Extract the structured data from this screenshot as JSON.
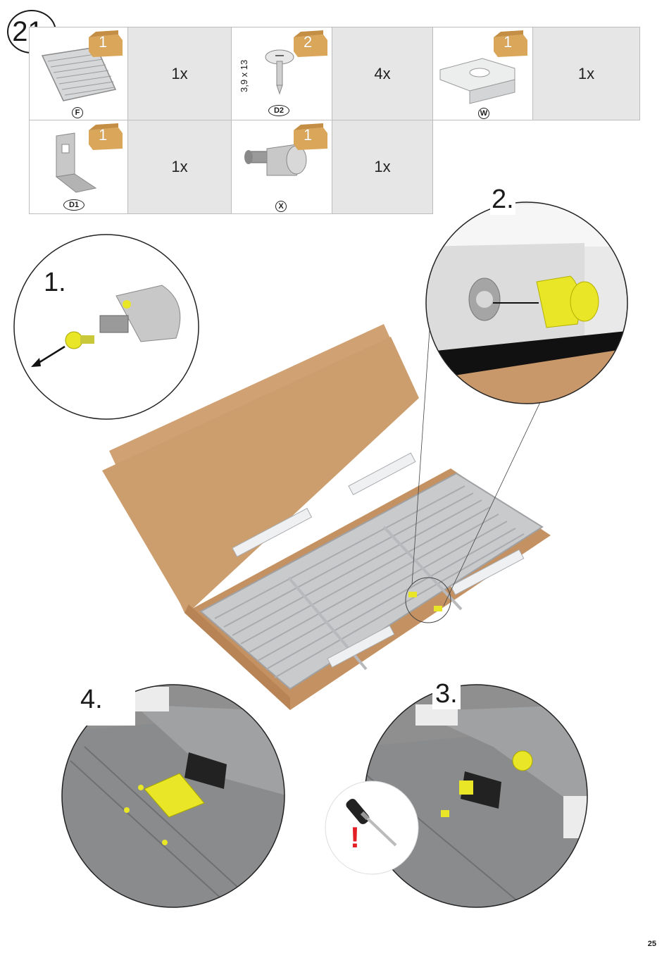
{
  "step": {
    "number": "21."
  },
  "parts_table": {
    "row1": [
      {
        "part": "F",
        "box_count": "1",
        "qty": "1x"
      },
      {
        "part": "D2",
        "box_count": "2",
        "qty": "4x",
        "dimension": "3,9 x 13"
      },
      {
        "part": "W",
        "box_count": "1",
        "qty": "1x"
      }
    ],
    "row2": [
      {
        "part": "D1",
        "box_count": "1",
        "qty": "1x"
      },
      {
        "part": "X",
        "box_count": "1",
        "qty": "1x"
      }
    ]
  },
  "substeps": {
    "s1": "1.",
    "s2": "2.",
    "s3": "3.",
    "s4": "4."
  },
  "warning": {
    "symbol": "!"
  },
  "colors": {
    "cardboard": "#cc9e6e",
    "yellow": "#e8e626",
    "tray": "#c9cacc",
    "cell_gray": "#e6e6e6"
  },
  "page": {
    "number": "25"
  }
}
